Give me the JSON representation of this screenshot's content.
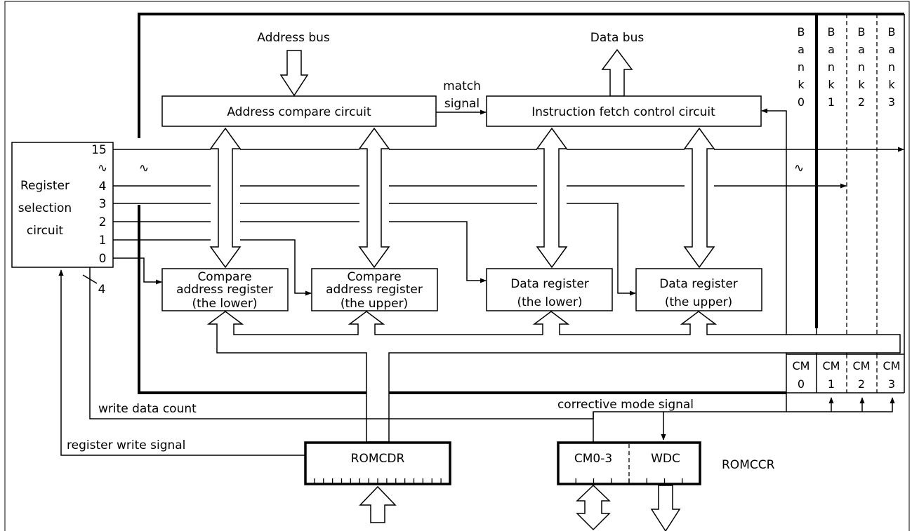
{
  "address_bus": "Address bus",
  "data_bus": "Data bus",
  "match_signal": [
    "match",
    "signal"
  ],
  "address_compare_circuit": "Address compare circuit",
  "instruction_fetch_control_circuit": "Instruction fetch control circuit",
  "register_selection": {
    "lines": [
      "Register",
      "selection",
      "circuit"
    ],
    "numbers": [
      "15",
      "∿",
      "4",
      "3",
      "2",
      "1",
      "0"
    ]
  },
  "registers": [
    {
      "l1": "Compare",
      "l2": "address register",
      "l3": "(the lower)"
    },
    {
      "l1": "Compare",
      "l2": "address register",
      "l3": "(the upper)"
    },
    {
      "l1": "Data register",
      "l2": "(the lower)"
    },
    {
      "l1": "Data register",
      "l2": "(the upper)"
    }
  ],
  "banks": [
    "Bank0",
    "Bank1",
    "Bank2",
    "Bank3"
  ],
  "cm_labels": [
    [
      "CM",
      "0"
    ],
    [
      "CM",
      "1"
    ],
    [
      "CM",
      "2"
    ],
    [
      "CM",
      "3"
    ]
  ],
  "bus_width": "4",
  "tilde": "∿",
  "write_data_count": "write data count",
  "corrective_mode_signal": "corrective mode signal",
  "register_write_signal": "register write signal",
  "romcdr": "ROMCDR",
  "romccr": "ROMCCR",
  "cm03": "CM0-3",
  "wdc": "WDC"
}
